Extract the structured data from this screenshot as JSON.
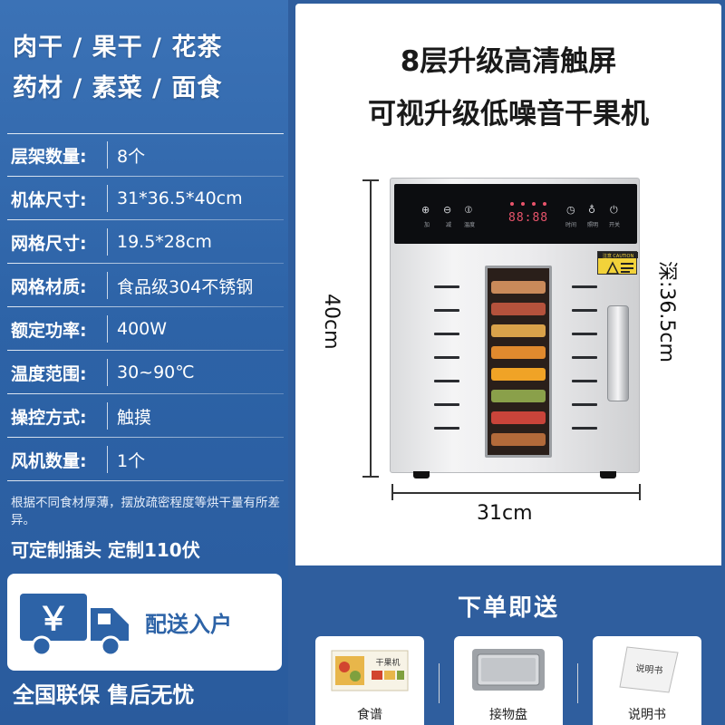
{
  "left": {
    "taglines": [
      "肉干 / 果干 / 花茶",
      "药材 / 素菜 / 面食"
    ],
    "specs": [
      {
        "label": "层架数量:",
        "value": "8个"
      },
      {
        "label": "机体尺寸:",
        "value": "31*36.5*40cm"
      },
      {
        "label": "网格尺寸:",
        "value": "19.5*28cm"
      },
      {
        "label": "网格材质:",
        "value": "食品级304不锈钢"
      },
      {
        "label": "额定功率:",
        "value": "400W"
      },
      {
        "label": "温度范围:",
        "value": "30~90℃"
      },
      {
        "label": "操控方式:",
        "value": "触摸"
      },
      {
        "label": "风机数量:",
        "value": "1个"
      }
    ],
    "note": "根据不同食材厚薄，摆放疏密程度等烘干量有所差异。",
    "custom": "可定制插头  定制110伏",
    "delivery": {
      "price_symbol": "￥",
      "text": "配送入户"
    },
    "warranty": "全国联保  售后无忧"
  },
  "headline": [
    "8层升级高清触屏",
    "可视升级低噪音干果机"
  ],
  "dryer": {
    "controls": [
      {
        "icon": "plus-icon",
        "glyph": "⊕",
        "label": "加"
      },
      {
        "icon": "minus-icon",
        "glyph": "⊖",
        "label": "减"
      },
      {
        "icon": "thermometer-icon",
        "glyph": "⦶",
        "label": "温度"
      },
      {
        "icon": "timer-icon",
        "glyph": "◷",
        "label": "时间"
      },
      {
        "icon": "light-icon",
        "glyph": "♁",
        "label": "照明"
      },
      {
        "icon": "power-icon",
        "glyph": "⏻",
        "label": "开关"
      }
    ],
    "display": "88:88",
    "caution_label": "注意 CAUTION",
    "accent_color": "#e9546b"
  },
  "dimensions": {
    "height": "40cm",
    "depth": "深:36.5cm",
    "width": "31cm"
  },
  "order": {
    "title": "下单即送",
    "items": [
      {
        "label": "食谱",
        "image_text": "干果机"
      },
      {
        "label": "接物盘"
      },
      {
        "label": "说明书",
        "image_text": "说明书"
      }
    ]
  },
  "colors": {
    "brand_blue": "#2d63a7",
    "panel_black": "#0c0d10",
    "caution_yellow": "#f2d23a"
  }
}
